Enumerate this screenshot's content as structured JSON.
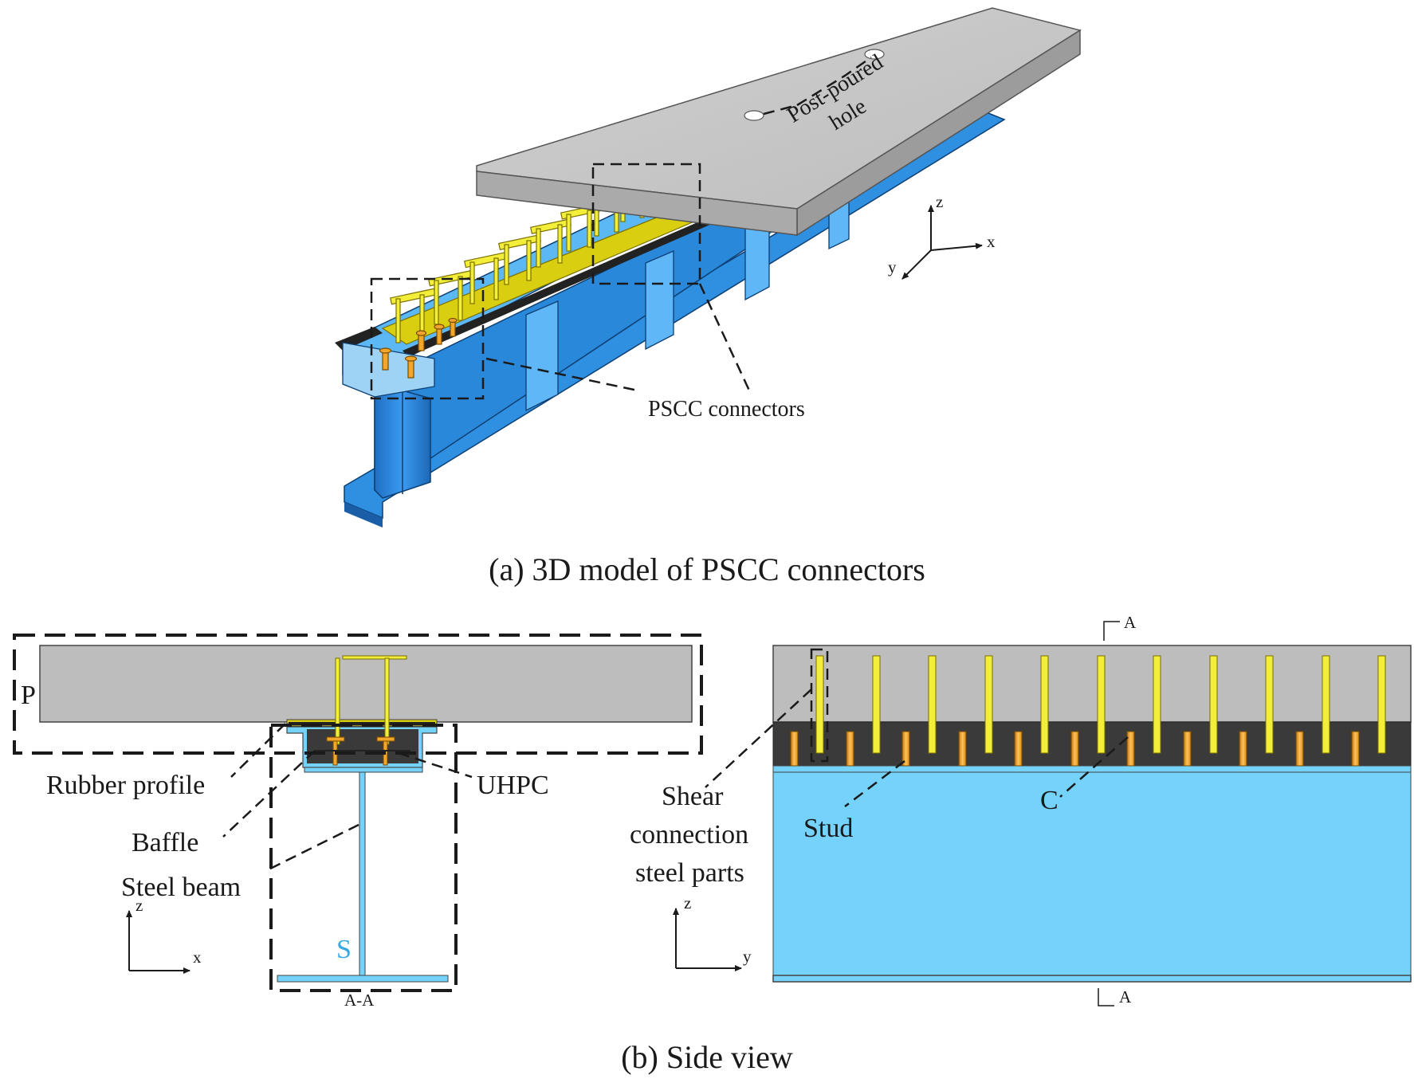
{
  "panel_a": {
    "caption": "(a) 3D model of PSCC connectors",
    "label_post_poured_1": "Post-poured",
    "label_post_poured_2": "hole",
    "label_connectors": "PSCC connectors",
    "axes": {
      "z": "z",
      "x": "x",
      "y": "y"
    }
  },
  "panel_b": {
    "caption": "(b) Side view",
    "left": {
      "label_p": "P",
      "label_rubber": "Rubber profile",
      "label_uhpc": "UHPC",
      "label_baffle": "Baffle",
      "label_steel_beam": "Steel beam",
      "label_s": "S",
      "label_section": "A-A",
      "axes": {
        "z": "z",
        "x": "x"
      }
    },
    "right": {
      "label_a_top": "A",
      "label_a_bottom": "A",
      "label_shear_1": "Shear",
      "label_shear_2": "connection",
      "label_shear_3": "steel parts",
      "label_stud": "Stud",
      "label_c": "C",
      "axes": {
        "z": "z",
        "y": "y"
      }
    }
  },
  "colors": {
    "concrete": "#bdbdbd",
    "steel_blue": "#2f8fe0",
    "light_blue": "#74d2fb",
    "stud_yellow": "#f3ee3a",
    "stud_orange": "#f2a72a",
    "uhpc_dark": "#3a3a3a",
    "s_label": "#38a8e0"
  }
}
